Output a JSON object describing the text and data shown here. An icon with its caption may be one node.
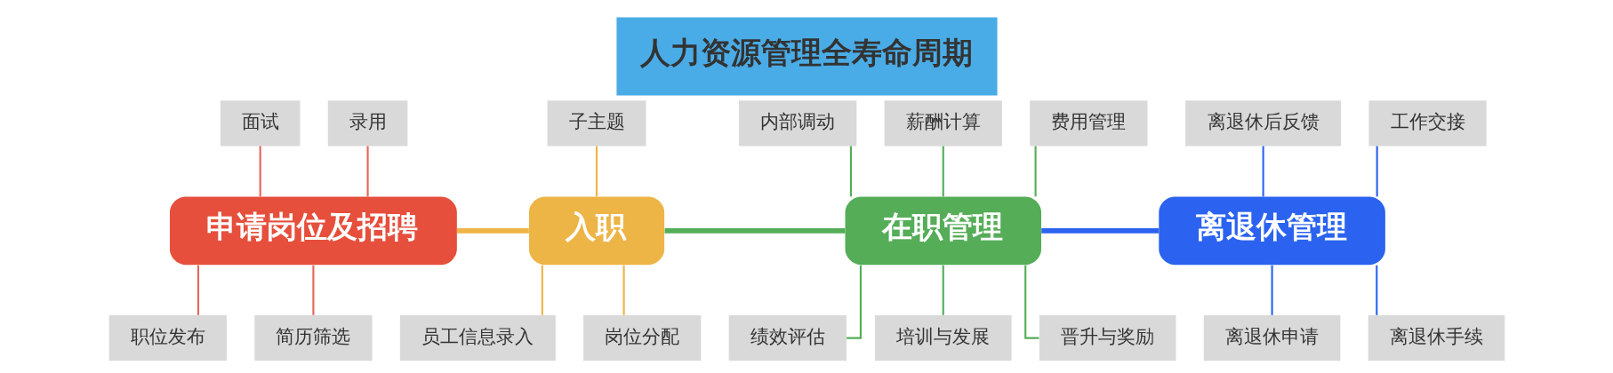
{
  "diagram": {
    "title": "人力资源管理全寿命周期",
    "nodes": [
      {
        "text": [
          "面试"
        ]
      },
      {
        "text": [
          "录用"
        ]
      },
      {
        "text": [
          "子主题"
        ]
      },
      {
        "text": [
          "内部调动"
        ]
      },
      {
        "text": [
          "薪酬计算"
        ]
      },
      {
        "text": [
          "费用管理"
        ]
      },
      {
        "text": [
          "离退休后反馈"
        ]
      },
      {
        "text": [
          "工作交接"
        ]
      },
      {
        "text": [
          "申请岗位及招聘"
        ]
      },
      {
        "text": [
          "入职"
        ]
      },
      {
        "text": [
          "在职管理"
        ]
      },
      {
        "text": [
          "离退休管理"
        ]
      },
      {
        "text": [
          "职位发布"
        ]
      },
      {
        "text": [
          "简历筛选"
        ]
      },
      {
        "text": [
          "员工信息录入"
        ]
      },
      {
        "text": [
          "岗位分配"
        ]
      },
      {
        "text": [
          "绩效评估"
        ]
      },
      {
        "text": [
          "培训与发展"
        ]
      },
      {
        "text": [
          "晋升与奖励"
        ]
      },
      {
        "text": [
          "离退休申请"
        ]
      },
      {
        "text": [
          "离退休手续"
        ]
      }
    ],
    "edges": [
      {
        "from": 8,
        "to": 9,
        "arrow": "none",
        "style": "thick",
        "color": "#eeb446"
      },
      {
        "from": 9,
        "to": 10,
        "arrow": "none",
        "style": "thick",
        "color": "#55ad58"
      },
      {
        "from": 10,
        "to": 11,
        "arrow": "none",
        "style": "thick",
        "color": "#2b63f0"
      },
      {
        "from": 0,
        "to": 8,
        "arrow": "none",
        "color": "#e8645a"
      },
      {
        "from": 1,
        "to": 8,
        "arrow": "none",
        "color": "#e8645a"
      },
      {
        "from": 8,
        "to": 12,
        "arrow": "none",
        "color": "#e8645a"
      },
      {
        "from": 8,
        "to": 13,
        "arrow": "none",
        "color": "#e8645a"
      },
      {
        "from": 2,
        "to": 9,
        "arrow": "none",
        "color": "#eeb446"
      },
      {
        "from": 9,
        "to": 14,
        "arrow": "none",
        "color": "#eeb446"
      },
      {
        "from": 9,
        "to": 15,
        "arrow": "none",
        "color": "#eeb446"
      },
      {
        "from": 3,
        "to": 10,
        "arrow": "none",
        "color": "#55ad58"
      },
      {
        "from": 4,
        "to": 10,
        "arrow": "none",
        "color": "#55ad58"
      },
      {
        "from": 5,
        "to": 10,
        "arrow": "none",
        "color": "#55ad58"
      },
      {
        "from": 10,
        "to": 16,
        "arrow": "none",
        "color": "#55ad58"
      },
      {
        "from": 10,
        "to": 17,
        "arrow": "none",
        "color": "#55ad58"
      },
      {
        "from": 10,
        "to": 18,
        "arrow": "none",
        "color": "#55ad58"
      },
      {
        "from": 6,
        "to": 11,
        "arrow": "none",
        "color": "#2b63f0"
      },
      {
        "from": 7,
        "to": 11,
        "arrow": "none",
        "color": "#2b63f0"
      },
      {
        "from": 11,
        "to": 19,
        "arrow": "none",
        "color": "#2b63f0"
      },
      {
        "from": 11,
        "to": 20,
        "arrow": "none",
        "color": "#2b63f0"
      }
    ]
  }
}
